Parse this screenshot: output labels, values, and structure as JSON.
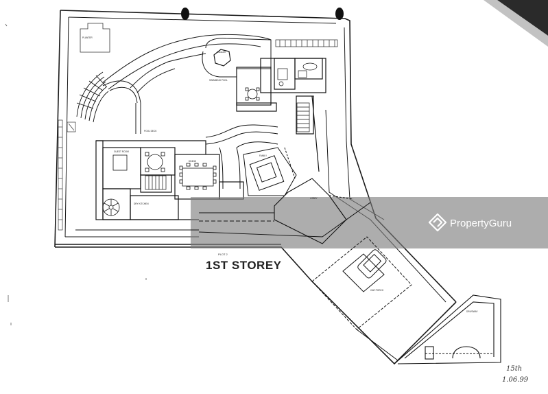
{
  "plan": {
    "title": "1ST STOREY",
    "plot": "PLOT 2",
    "date_line1": "15th",
    "date_line2": "1.06.99"
  },
  "room_labels": [
    "PLANTER",
    "JACUZZI",
    "SWIMMING POOL",
    "POOL DECK",
    "GUEST ROOM",
    "DINING",
    "FAMILY",
    "LOBBY",
    "DRY KITCHEN",
    "CAR PORCH",
    "DRIVEWAY"
  ],
  "watermark": {
    "brand": "PropertyGuru",
    "icon": "propertyguru-logo-icon",
    "color": "#ffffff"
  },
  "colors": {
    "ink": "#1a1a1a",
    "overlay": "#7a7a7a"
  }
}
